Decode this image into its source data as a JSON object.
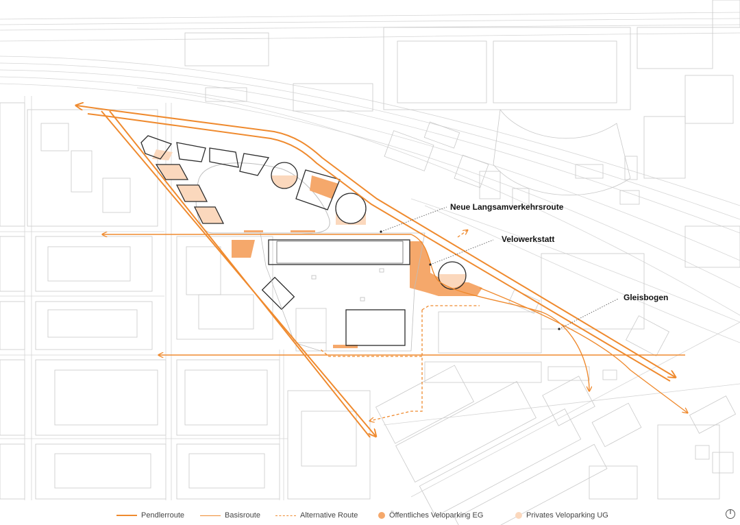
{
  "colors": {
    "route": "#ef8a2e",
    "parking_eg": "#f5a86b",
    "parking_ug": "#fbd8bd",
    "building_line": "#c8c8c8",
    "outline": "#2a2a2a"
  },
  "labels": {
    "neue_langsamverkehrsroute": "Neue Langsamverkehrsroute",
    "velowerkstatt": "Velowerkstatt",
    "gleisbogen": "Gleisbogen"
  },
  "legend": {
    "pendlerroute": "Pendlerroute",
    "basisroute": "Basisroute",
    "alternative_route": "Alternative Route",
    "oeffentliches_veloparking": "Öffentliches Veloparking EG",
    "privates_veloparking": "Privates Veloparking UG"
  },
  "icons": {
    "north_arrow": "compass-icon"
  }
}
